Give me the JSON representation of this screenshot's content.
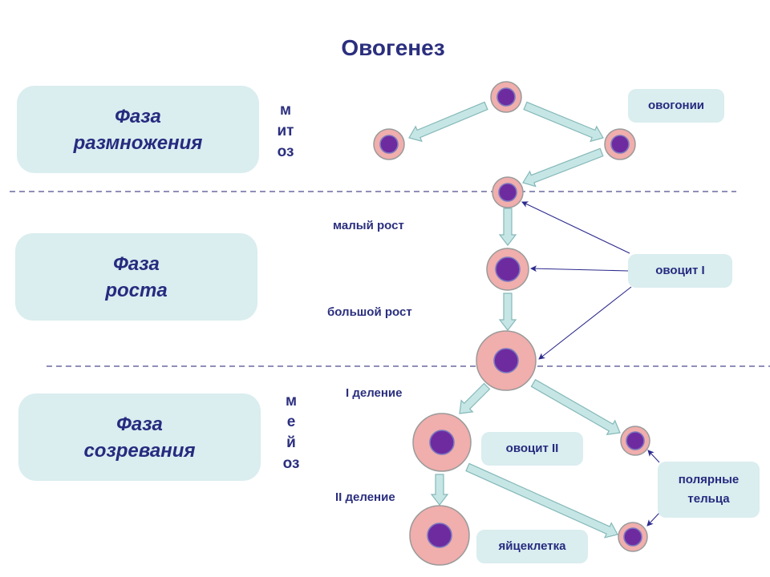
{
  "title": "Овогенез",
  "phases": [
    {
      "line1": "Фаза",
      "line2": "размножения"
    },
    {
      "line1": "Фаза",
      "line2": "роста"
    },
    {
      "line1": "Фаза",
      "line2": "созревания"
    }
  ],
  "vertical_labels": {
    "mitosis": [
      "м",
      "ит",
      "оз"
    ],
    "meiosis": [
      "м",
      "е",
      "й",
      "оз"
    ]
  },
  "stage_labels": {
    "small_growth": "малый рост",
    "large_growth": "большой рост",
    "division_1": "I деление",
    "division_2": "II деление"
  },
  "tags": {
    "oogonia": "овогонии",
    "oocyte1": "овоцит I",
    "oocyte2": "овоцит II",
    "egg": "яйцеклетка",
    "polar_bodies_1": "полярные",
    "polar_bodies_2": "тельца"
  },
  "colors": {
    "cytoplasm": "#f0aeac",
    "nucleus": "#6e2ba0",
    "nucleus_rim": "#7a78c0",
    "cell_outline": "#9a9a9a",
    "arrow_fill": "#c6e6e6",
    "arrow_stroke": "#86b8b8",
    "pointer": "#2c2a8c",
    "divider": "#6a6aa0",
    "box": "#daedef",
    "text": "#262b7f"
  }
}
